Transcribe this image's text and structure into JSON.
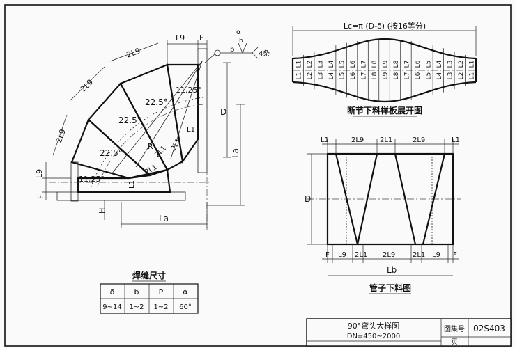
{
  "elbow": {
    "labels": {
      "L9": "L9",
      "F": "F",
      "twoL9_a": "2L9",
      "twoL9_b": "2L9",
      "twoL9_c": "2L9",
      "ang_top": "11.25°",
      "ang_1": "22.5°",
      "ang_2": "22.5°",
      "ang_3": "22.5°",
      "ang_bot": "11.25°",
      "D": "D",
      "La_v": "La",
      "L1_mid": "L1",
      "twoL1_a": "2L1",
      "twoL1_b": "2L1",
      "twoL1_c": "2L1",
      "L1_left": "L1",
      "R": "R",
      "L9_left": "L9",
      "F_left": "F",
      "H": "H",
      "La_h": "La"
    },
    "weld_symbol": {
      "alpha": "α",
      "b": "b",
      "p": "p",
      "count": "4条"
    }
  },
  "unfold": {
    "total_label": "Lc=π (D-δ) (按16等分)",
    "cells_top": [
      "L1",
      "L2",
      "L3",
      "L4",
      "L5",
      "L6",
      "L7",
      "L8",
      "L9",
      "L8",
      "L7",
      "L6",
      "L5",
      "L4",
      "L3",
      "L2",
      "L1"
    ],
    "cells_bottom": [
      "L1",
      "L2",
      "L3",
      "L4",
      "L5",
      "L6",
      "L7",
      "L8",
      "L9",
      "L8",
      "L7",
      "L6",
      "L5",
      "L4",
      "L3",
      "L2",
      "L1"
    ],
    "title": "断节下料样板展开图"
  },
  "cutting": {
    "top_labels": [
      "L1",
      "2L9",
      "2L1",
      "2L9",
      "L1"
    ],
    "bottom_labels": [
      "F",
      "L9",
      "2L1",
      "2L9",
      "2L1",
      "L9",
      "F"
    ],
    "D": "D",
    "Lb": "Lb",
    "title": "管子下料图"
  },
  "weld_table": {
    "title": "焊缝尺寸",
    "headers": [
      "δ",
      "b",
      "P",
      "α"
    ],
    "values": [
      "9~14",
      "1~2",
      "1~2",
      "60°"
    ]
  },
  "title_block": {
    "main_title": "90°弯头大样图",
    "subtitle": "DN=450~2000",
    "atlas_label": "图集号",
    "atlas_number": "02S403",
    "page_label": "页"
  }
}
